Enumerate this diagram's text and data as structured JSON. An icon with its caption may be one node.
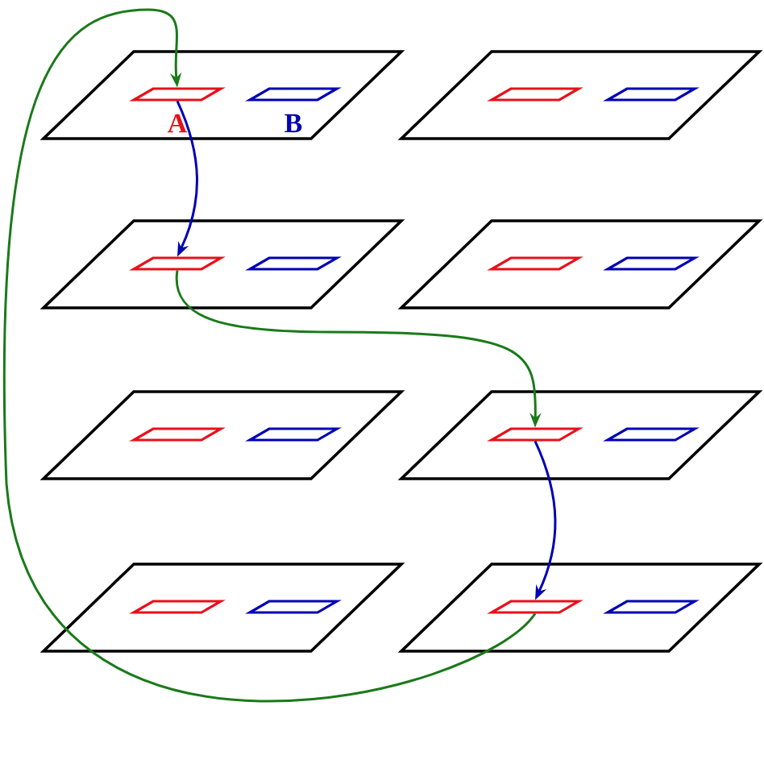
{
  "diagram": {
    "nodes": [
      {
        "text": [],
        "shape": "parallelogram"
      },
      {
        "text": [],
        "shape": "parallelogram",
        "in": 0,
        "beside": [
          "A"
        ]
      },
      {
        "text": [],
        "shape": "parallelogram",
        "in": 0,
        "beside": [
          "B"
        ]
      },
      {
        "text": [],
        "shape": "parallelogram"
      },
      {
        "text": [],
        "shape": "parallelogram",
        "in": 3
      },
      {
        "text": [],
        "shape": "parallelogram",
        "in": 3
      },
      {
        "text": [],
        "shape": "parallelogram"
      },
      {
        "text": [],
        "shape": "parallelogram",
        "in": 6
      },
      {
        "text": [],
        "shape": "parallelogram",
        "in": 6
      },
      {
        "text": [],
        "shape": "parallelogram"
      },
      {
        "text": [],
        "shape": "parallelogram",
        "in": 9
      },
      {
        "text": [],
        "shape": "parallelogram",
        "in": 9
      },
      {
        "text": [],
        "shape": "parallelogram"
      },
      {
        "text": [],
        "shape": "parallelogram",
        "in": 12
      },
      {
        "text": [],
        "shape": "parallelogram",
        "in": 12
      },
      {
        "text": [],
        "shape": "parallelogram"
      },
      {
        "text": [],
        "shape": "parallelogram",
        "in": 15
      },
      {
        "text": [],
        "shape": "parallelogram",
        "in": 15
      },
      {
        "text": [],
        "shape": "parallelogram"
      },
      {
        "text": [],
        "shape": "parallelogram",
        "in": 18
      },
      {
        "text": [],
        "shape": "parallelogram",
        "in": 18
      },
      {
        "text": [],
        "shape": "parallelogram"
      },
      {
        "text": [],
        "shape": "parallelogram",
        "in": 21
      },
      {
        "text": [],
        "shape": "parallelogram",
        "in": 21
      }
    ],
    "edges": [
      {
        "from": 22,
        "to": 1,
        "arrow": "to",
        "color": "#1a7a1a"
      },
      {
        "from": 1,
        "to": 7,
        "arrow": "to",
        "color": "#0000b4"
      },
      {
        "from": 7,
        "to": 16,
        "arrow": "to",
        "color": "#1a7a1a"
      },
      {
        "from": 16,
        "to": 22,
        "arrow": "to",
        "color": "#0000b4"
      }
    ]
  }
}
